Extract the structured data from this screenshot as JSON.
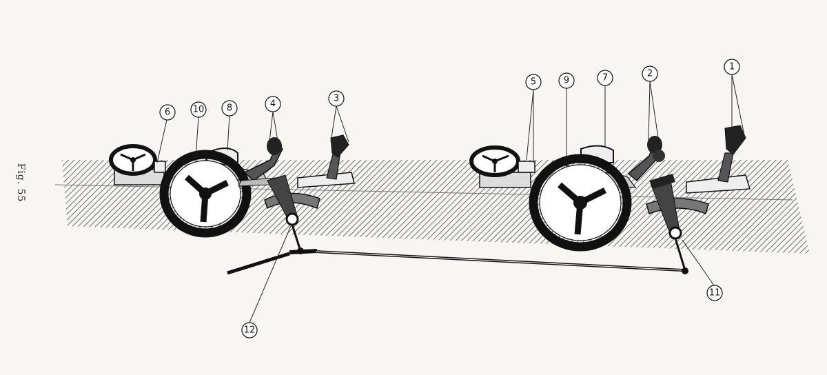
{
  "figure": {
    "caption": "Fig. 55"
  },
  "callouts": [
    {
      "id": "1",
      "label": "1"
    },
    {
      "id": "2",
      "label": "2"
    },
    {
      "id": "3",
      "label": "3"
    },
    {
      "id": "4",
      "label": "4"
    },
    {
      "id": "5",
      "label": "5"
    },
    {
      "id": "6",
      "label": "6"
    },
    {
      "id": "7",
      "label": "7"
    },
    {
      "id": "8",
      "label": "8"
    },
    {
      "id": "9",
      "label": "9"
    },
    {
      "id": "10",
      "label": "10"
    },
    {
      "id": "11",
      "label": "11"
    },
    {
      "id": "12",
      "label": "12"
    }
  ],
  "colors": {
    "ink": "#1a1a1a",
    "paper": "#f7f6f2"
  }
}
